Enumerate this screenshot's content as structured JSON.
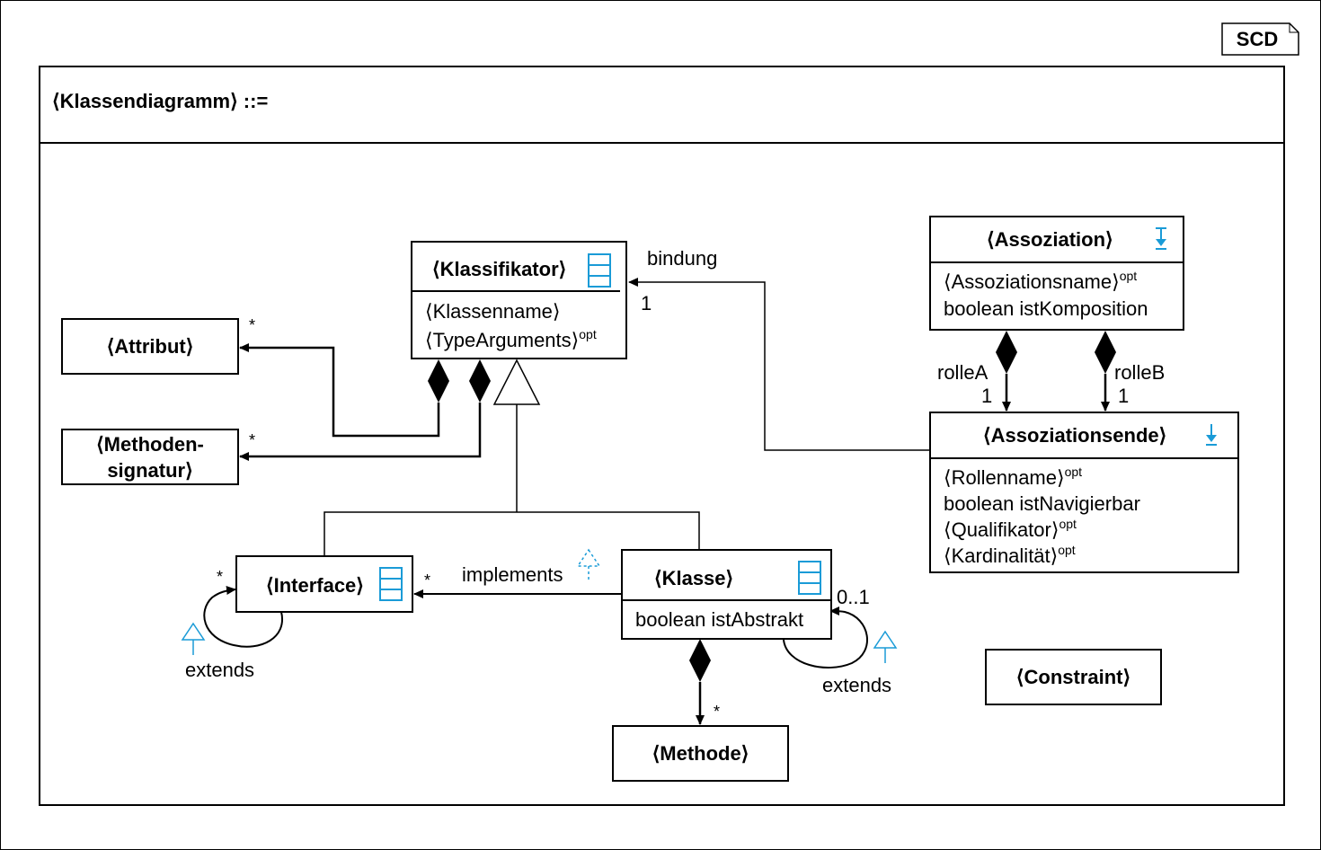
{
  "tag": "SCD",
  "frame": {
    "title": "⟨Klassendiagramm⟩ ::="
  },
  "colors": {
    "line": "#000000",
    "accent": "#1a9bd7"
  },
  "classes": {
    "klassifikator": {
      "name": "⟨Klassifikator⟩",
      "attributes": [
        {
          "text": "⟨Klassenname⟩",
          "opt": ""
        },
        {
          "text": "⟨TypeArguments⟩",
          "opt": "opt"
        }
      ],
      "icon": "compartment-icon"
    },
    "attribut": {
      "name": "⟨Attribut⟩"
    },
    "methodensignatur": {
      "name_line1": "⟨Methoden-",
      "name_line2": "signatur⟩"
    },
    "interface": {
      "name": "⟨Interface⟩",
      "icon": "compartment-icon"
    },
    "klasse": {
      "name": "⟨Klasse⟩",
      "attributes": [
        {
          "text": "boolean istAbstrakt",
          "opt": ""
        }
      ],
      "icon": "compartment-icon"
    },
    "methode": {
      "name": "⟨Methode⟩"
    },
    "assoziation": {
      "name": "⟨Assoziation⟩",
      "attributes": [
        {
          "text": "⟨Assoziationsname⟩",
          "opt": "opt"
        },
        {
          "text": "boolean istKomposition",
          "opt": ""
        }
      ],
      "icon": "bounded-down-arrow-icon"
    },
    "assoziationsende": {
      "name": "⟨Assoziationsende⟩",
      "attributes": [
        {
          "text": "⟨Rollenname⟩",
          "opt": "opt"
        },
        {
          "text": "boolean istNavigierbar",
          "opt": ""
        },
        {
          "text": "⟨Qualifikator⟩",
          "opt": "opt"
        },
        {
          "text": "⟨Kardinalität⟩",
          "opt": "opt"
        }
      ],
      "icon": "down-arrow-icon"
    },
    "constraint": {
      "name": "⟨Constraint⟩"
    }
  },
  "edges": {
    "bindung": {
      "label": "bindung",
      "mult": "1"
    },
    "attribut_mult": "*",
    "methodensignatur_mult": "*",
    "implements": {
      "label": "implements",
      "mult": "*"
    },
    "interface_extends": {
      "label": "extends",
      "mult": "*"
    },
    "klasse_extends": {
      "label": "extends",
      "mult": "0..1"
    },
    "methode_mult": "*",
    "rolleA": {
      "label": "rolleA",
      "mult": "1"
    },
    "rolleB": {
      "label": "rolleB",
      "mult": "1"
    }
  }
}
